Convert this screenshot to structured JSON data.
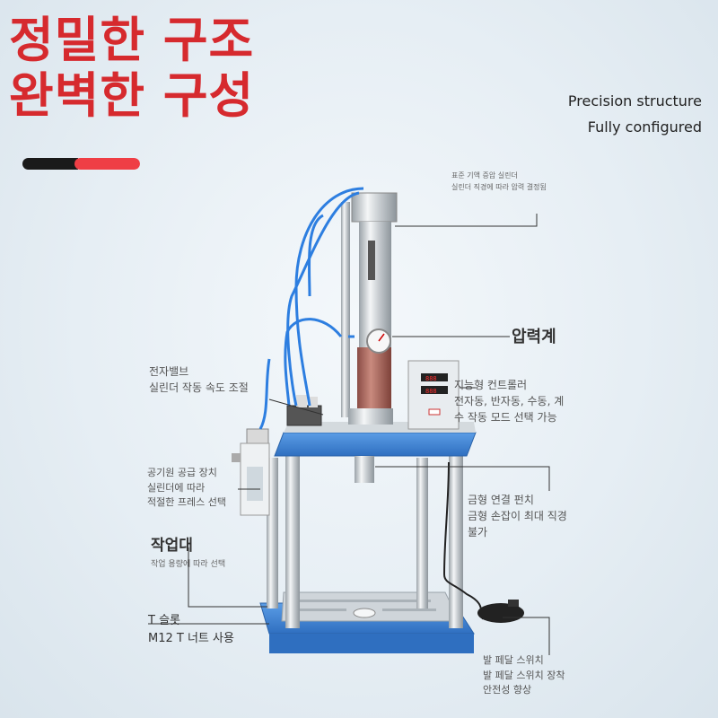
{
  "headline": {
    "line1": "정밀한 구조",
    "line2": "완벽한 구성"
  },
  "english": {
    "line1": "Precision structure",
    "line2": "Fully configured"
  },
  "labels": {
    "cylinder": {
      "line1": "표준 기액 증압 실린더",
      "line2": "실린더 직경에 따라 압력 결정됨"
    },
    "gauge": {
      "title": "압력계"
    },
    "valve": {
      "title": "전자밸브",
      "line1": "실린더 작동 속도 조절"
    },
    "controller": {
      "line1": "지능형 컨트롤러",
      "line2": "전자동, 반자동, 수동, 계",
      "line3": "수 작동 모드 선택 가능"
    },
    "air": {
      "line1": "공기원 공급 장치",
      "line2": "실린더에 따라",
      "line3": "적절한 프레스 선택"
    },
    "die": {
      "line1": "금형 연결 펀치",
      "line2": "금형 손잡이 최대 직경",
      "line3": "불가"
    },
    "table": {
      "title": "작업대",
      "line1": "작업 용량에 따라 선택"
    },
    "tslot": {
      "line1": "T 슬롯",
      "line2": "M12 T 너트 사용"
    },
    "pedal": {
      "line1": "발 페달 스위치",
      "line2": "발 페달 스위치 장착",
      "line3": "안전성 향상"
    }
  },
  "colors": {
    "accent_red": "#ef3e45",
    "headline_red": "#d62a2e",
    "frame_blue": "#3f82d4"
  }
}
